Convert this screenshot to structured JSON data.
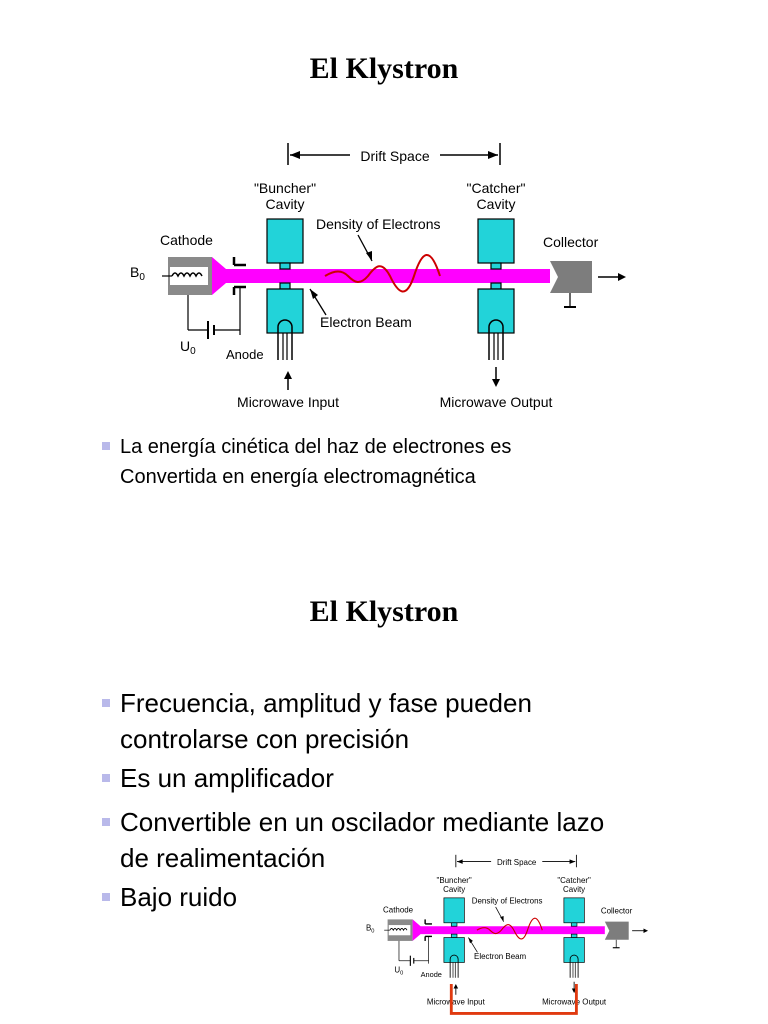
{
  "slide1": {
    "title": "El Klystron",
    "bullet_line1": "La energía cinética del haz de electrones es",
    "bullet_line2": "Convertida en energía electromagnética"
  },
  "diagram": {
    "drift_space": "Drift Space",
    "buncher_line1": "\"Buncher\"",
    "buncher_line2": "Cavity",
    "catcher_line1": "\"Catcher\"",
    "catcher_line2": "Cavity",
    "density": "Density of Electrons",
    "cathode": "Cathode",
    "collector": "Collector",
    "b0": "B",
    "b0_sub": "0",
    "u0": "U",
    "u0_sub": "0",
    "anode": "Anode",
    "electron_beam": "Electron Beam",
    "microwave_input": "Microwave Input",
    "microwave_output": "Microwave Output",
    "colors": {
      "beam": "#ff00ff",
      "cavity": "#22d3d9",
      "wave": "#cc0000",
      "feedback": "#e03a10"
    }
  },
  "slide2": {
    "title": "El Klystron",
    "bullets": [
      {
        "line1": " Frecuencia, amplitud y fase pueden",
        "line2": "controlarse con precisión"
      },
      {
        "line1": " Es un amplificador"
      },
      {
        "line1": " Convertible en un oscilador mediante lazo",
        "line2": "de realimentación"
      },
      {
        "line1": " Bajo ruido"
      }
    ]
  }
}
